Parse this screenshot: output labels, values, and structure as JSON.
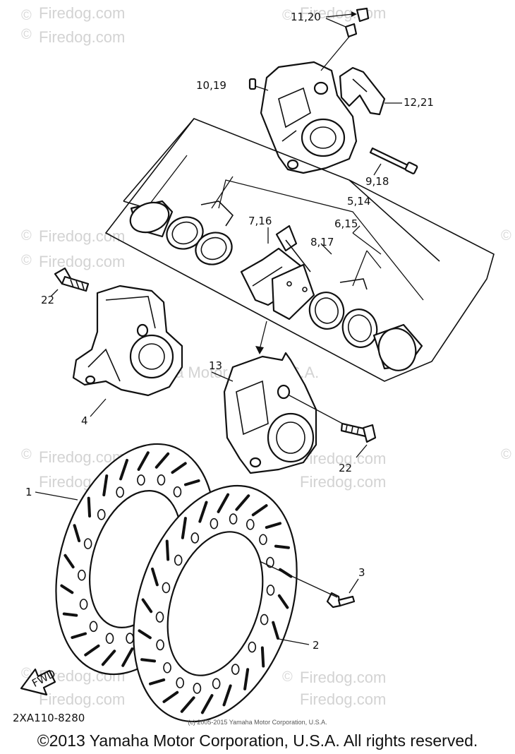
{
  "labels": {
    "p11_20": "11,20",
    "p10_19": "10,19",
    "p12_21": "12,21",
    "p9_18": "9,18",
    "p5_14": "5,14",
    "p6_15": "6,15",
    "p7_16": "7,16",
    "p8_17": "8,17",
    "p22a": "22",
    "p4": "4",
    "p13": "13",
    "p22b": "22",
    "p1": "1",
    "p3": "3",
    "p2": "2",
    "fwd": "FWD",
    "diagram_code": "2XA110-8280"
  },
  "watermark": {
    "site": "Firedog.com",
    "maker": "Yamaha Motor Corp, U.S.A."
  },
  "footer": {
    "small_copyright": "(c) 2005-2015 Yamaha Motor Corporation, U.S.A.",
    "copyright": "©2013 Yamaha Motor Corporation, U.S.A. All rights reserved."
  }
}
